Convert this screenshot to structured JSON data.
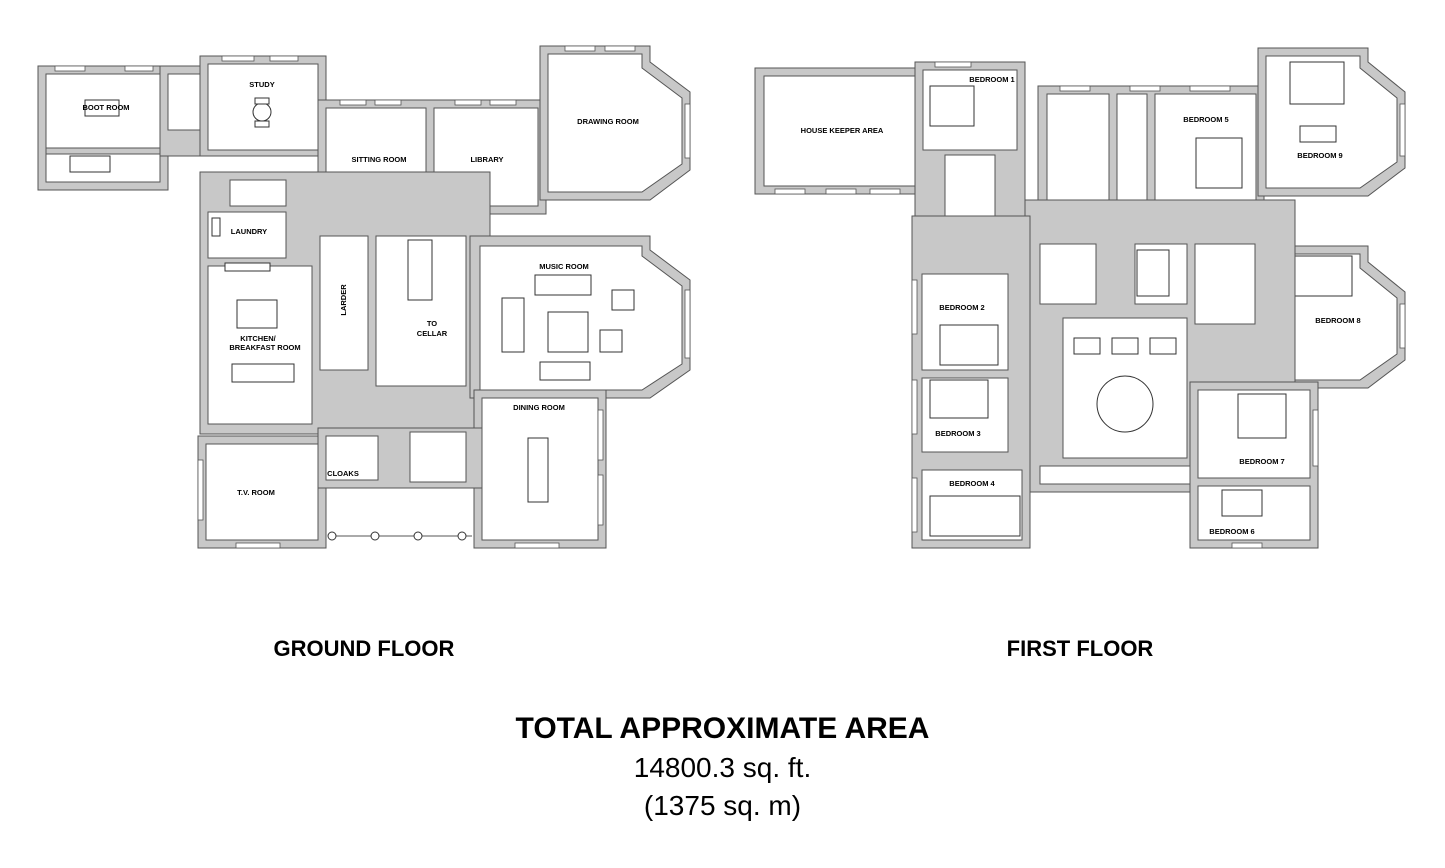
{
  "ground_floor": {
    "title": "GROUND FLOOR",
    "rooms": {
      "boot_room": "BOOT ROOM",
      "study": "STUDY",
      "sitting_room": "SITTING ROOM",
      "library": "LIBRARY",
      "drawing_room": "DRAWING ROOM",
      "laundry": "LAUNDRY",
      "larder": "LARDER",
      "to_cellar_1": "TO",
      "to_cellar_2": "CELLAR",
      "music_room": "MUSIC ROOM",
      "kitchen_1": "KITCHEN/",
      "kitchen_2": "BREAKFAST ROOM",
      "dining_room": "DINING ROOM",
      "tv_room": "T.V. ROOM",
      "cloaks": "CLOAKS"
    }
  },
  "first_floor": {
    "title": "FIRST FLOOR",
    "rooms": {
      "house_keeper": "HOUSE KEEPER AREA",
      "bedroom_1": "BEDROOM 1",
      "bedroom_2": "BEDROOM 2",
      "bedroom_3": "BEDROOM 3",
      "bedroom_4": "BEDROOM 4",
      "bedroom_5": "BEDROOM 5",
      "bedroom_6": "BEDROOM 6",
      "bedroom_7": "BEDROOM 7",
      "bedroom_8": "BEDROOM 8",
      "bedroom_9": "BEDROOM 9"
    }
  },
  "total": {
    "title": "TOTAL APPROXIMATE AREA",
    "sqft": "14800.3 sq. ft.",
    "sqm": "(1375 sq. m)"
  }
}
